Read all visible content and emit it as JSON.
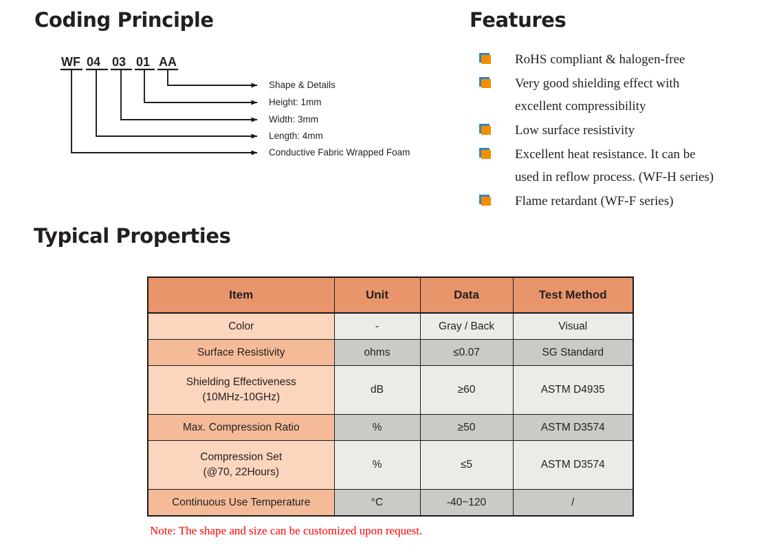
{
  "sections": {
    "coding_title": "Coding Principle",
    "features_title": "Features",
    "typical_title": "Typical Properties"
  },
  "coding": {
    "code_segments": [
      "WF",
      "04",
      "03",
      "01",
      "AA"
    ],
    "leaders": [
      {
        "label": "Shape & Details"
      },
      {
        "label": "Height: 1mm"
      },
      {
        "label": "Width: 3mm"
      },
      {
        "label": "Length: 4mm"
      },
      {
        "label": "Conductive Fabric Wrapped Foam"
      }
    ]
  },
  "features": {
    "bullet_icon": "orange-square-bullet-icon",
    "bullet_color": "#f28e00",
    "bullet_shadow_color": "#2e86c8",
    "items": [
      {
        "lines": [
          "RoHS compliant & halogen-free"
        ]
      },
      {
        "lines": [
          "Very good shielding effect with",
          "excellent compressibility"
        ]
      },
      {
        "lines": [
          "Low surface resistivity"
        ]
      },
      {
        "lines": [
          "Excellent heat resistance. It can be",
          "used in reflow process. (WF-H series)"
        ]
      },
      {
        "lines": [
          "Flame retardant (WF-F series)"
        ]
      }
    ]
  },
  "table": {
    "header_bg": "#e9956c",
    "row_item_light": "#fbd5bd",
    "row_item_dark": "#f5bb98",
    "row_val_light": "#ebebe7",
    "row_val_dark": "#c9ccc6",
    "columns": [
      "Item",
      "Unit",
      "Data",
      "Test Method"
    ],
    "rows": [
      {
        "item": [
          "Color"
        ],
        "unit": "-",
        "data": "Gray / Back",
        "test": "Visual",
        "shade": "a",
        "tall": false
      },
      {
        "item": [
          "Surface Resistivity"
        ],
        "unit": "ohms",
        "data": "≤0.07",
        "test": "SG Standard",
        "shade": "b",
        "tall": false
      },
      {
        "item": [
          "Shielding Effectiveness",
          "(10MHz-10GHz)"
        ],
        "unit": "dB",
        "data": "≥60",
        "test": "ASTM D4935",
        "shade": "a",
        "tall": true
      },
      {
        "item": [
          "Max. Compression Ratio"
        ],
        "unit": "%",
        "data": "≥50",
        "test": "ASTM D3574",
        "shade": "b",
        "tall": false
      },
      {
        "item": [
          "Compression Set",
          "(@70, 22Hours)"
        ],
        "unit": "%",
        "data": "≤5",
        "test": "ASTM D3574",
        "shade": "a",
        "tall": true
      },
      {
        "item": [
          "Continuous Use Temperature"
        ],
        "unit": "°C",
        "data": "-40~120",
        "test": "/",
        "shade": "b",
        "tall": false
      }
    ],
    "note": "Note: The shape and size can be customized upon request.",
    "note_color": "#ff0000"
  }
}
